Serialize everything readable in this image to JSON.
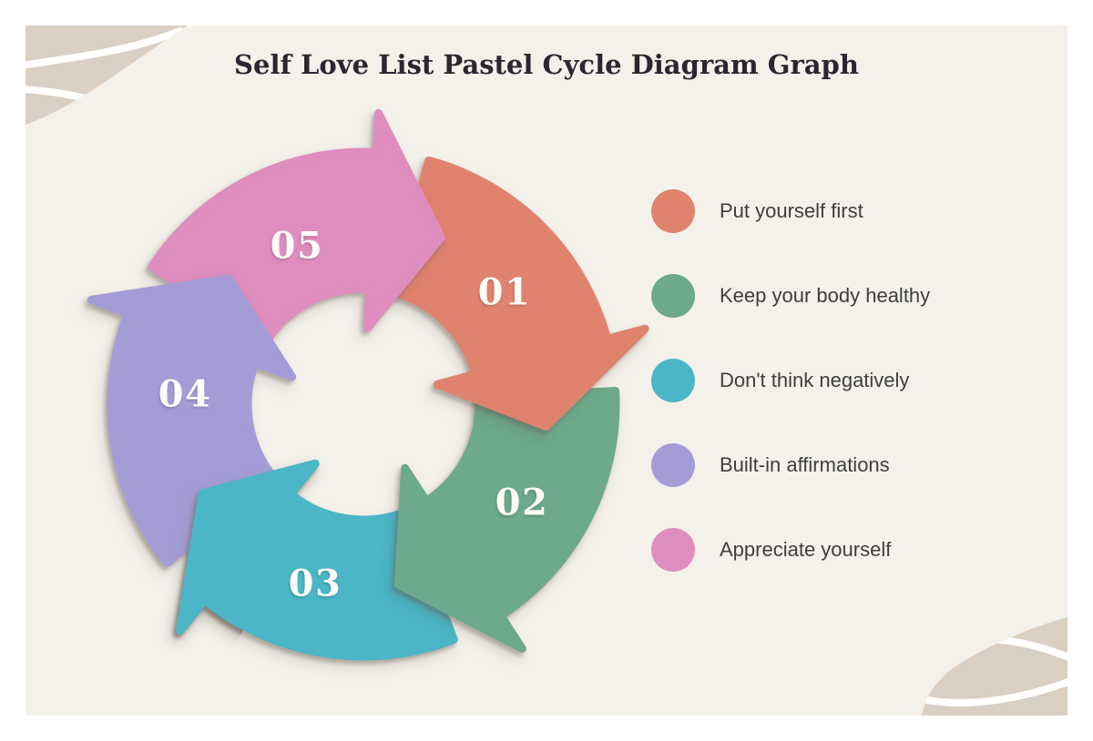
{
  "page": {
    "background": "#ffffff",
    "panel_background": "#f4f1eb",
    "corner_blob_color": "#d9cfc3",
    "title_color": "#2a2731",
    "legend_text_color": "#3e3e40",
    "step_number_color": "#fdfbf7"
  },
  "title": "Self Love List Pastel Cycle Diagram Graph",
  "chart_data": {
    "type": "cycle-diagram",
    "direction": "clockwise",
    "legend_position": "right",
    "steps": [
      {
        "number": "01",
        "label": "Put yourself first",
        "color": "#e0836e"
      },
      {
        "number": "02",
        "label": "Keep your body healthy",
        "color": "#6da98c"
      },
      {
        "number": "03",
        "label": "Don't think negatively",
        "color": "#4ab6c6"
      },
      {
        "number": "04",
        "label": "Built-in affirmations",
        "color": "#a49dd5"
      },
      {
        "number": "05",
        "label": "Appreciate yourself",
        "color": "#de8dbe"
      }
    ]
  }
}
